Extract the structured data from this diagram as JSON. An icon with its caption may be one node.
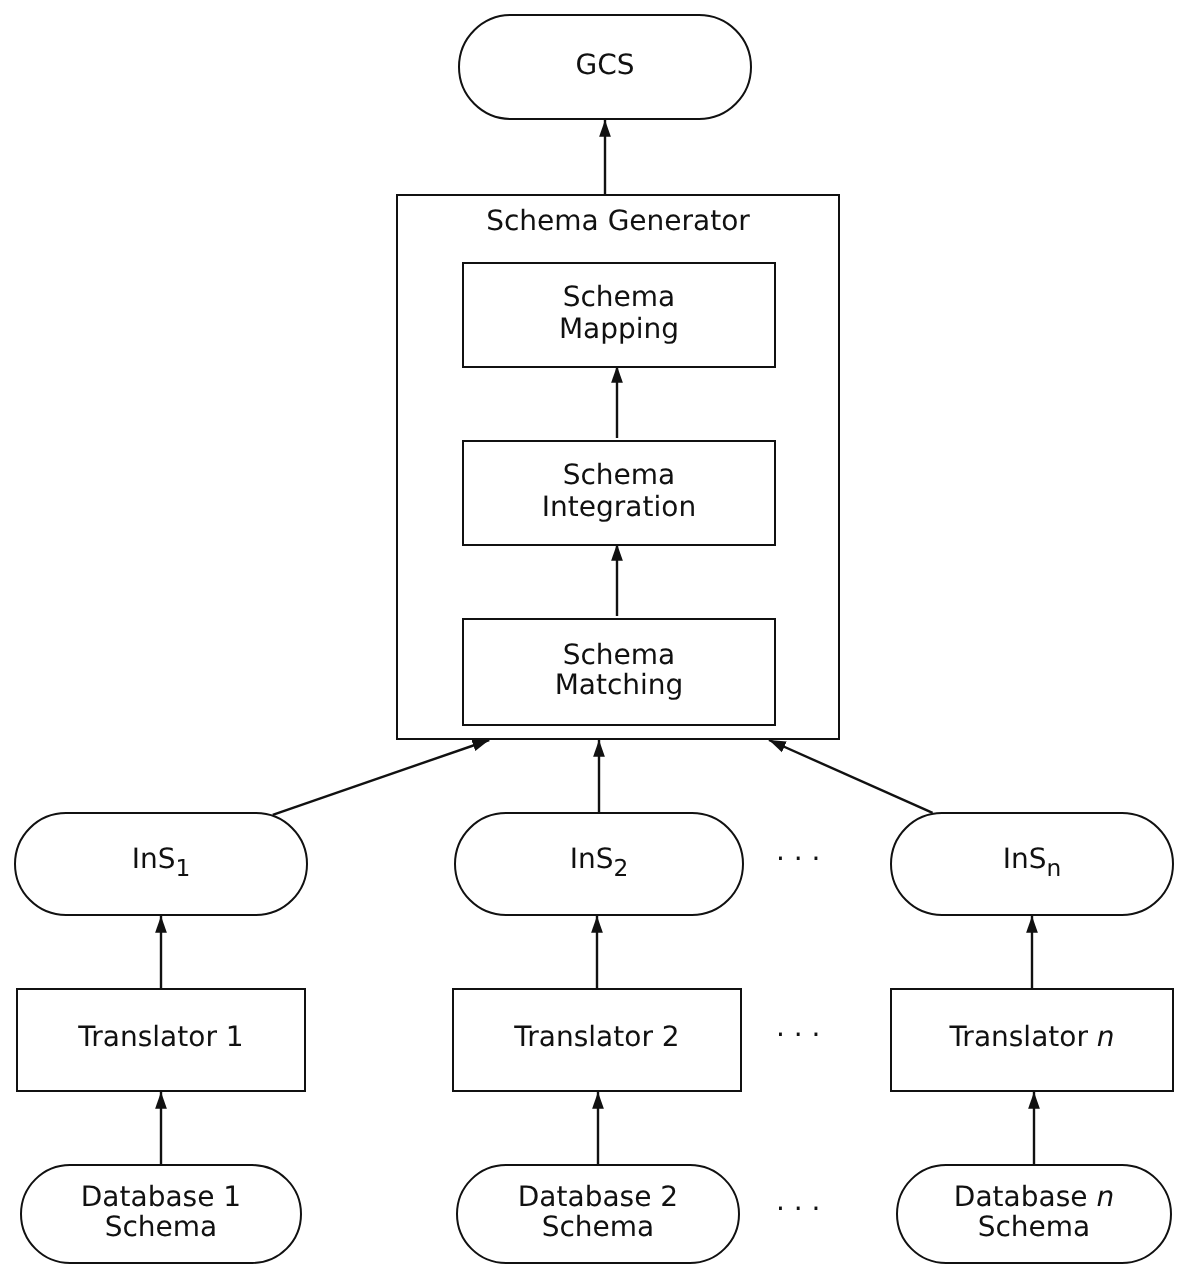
{
  "diagram": {
    "nodes": [
      {
        "text": [
          "GCS"
        ]
      },
      {
        "text": [
          "Schema Generator"
        ]
      },
      {
        "text": [
          "Schema Mapping"
        ],
        "in": 1
      },
      {
        "text": [
          "Schema Integration"
        ],
        "in": 1
      },
      {
        "text": [
          "Schema Matching"
        ],
        "in": 1
      },
      {
        "text": [
          "InS$_{1}$"
        ]
      },
      {
        "text": [
          "InS$_{2}$"
        ]
      },
      {
        "text": [
          "InS$_{n}$"
        ]
      },
      {
        "text": [
          "Translator 1"
        ]
      },
      {
        "text": [
          "Translator 2"
        ]
      },
      {
        "text": [
          "Translator *n*"
        ]
      },
      {
        "text": [
          "Database 1 Schema"
        ]
      },
      {
        "text": [
          "Database 2 Schema"
        ]
      },
      {
        "text": [
          "Database *n* Schema"
        ]
      }
    ],
    "edges": [
      {
        "from": 4,
        "to": 3,
        "arrow": "to"
      },
      {
        "from": 3,
        "to": 2,
        "arrow": "to"
      },
      {
        "from": 1,
        "to": 0,
        "arrow": "to"
      },
      {
        "from": 5,
        "to": 1,
        "arrow": "to"
      },
      {
        "from": 6,
        "to": 1,
        "arrow": "to"
      },
      {
        "from": 7,
        "to": 1,
        "arrow": "to"
      },
      {
        "from": 8,
        "to": 5,
        "arrow": "to"
      },
      {
        "from": 9,
        "to": 6,
        "arrow": "to"
      },
      {
        "from": 10,
        "to": 7,
        "arrow": "to"
      },
      {
        "from": 11,
        "to": 8,
        "arrow": "to"
      },
      {
        "from": 12,
        "to": 9,
        "arrow": "to"
      },
      {
        "from": 13,
        "to": 10,
        "arrow": "to"
      }
    ],
    "labels": [
      "· · ·",
      "· · ·",
      "· · ·"
    ]
  }
}
